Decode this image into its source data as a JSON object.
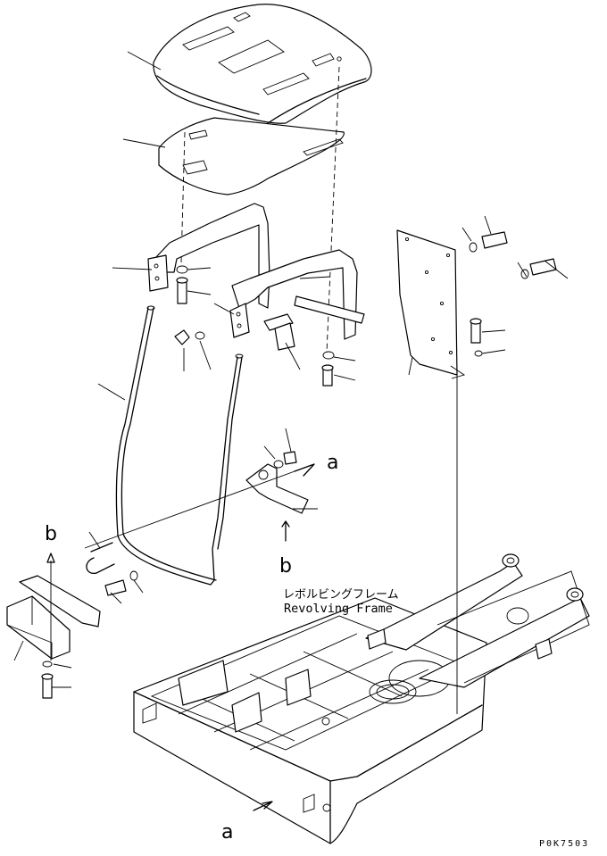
{
  "frame_label_jp": "レボルビングフレーム",
  "frame_label_en": "Revolving Frame",
  "view_markers": {
    "a_top": "a",
    "a_bottom": "a",
    "b_left": "b",
    "b_center": "b"
  },
  "figure_code": "P0K7503"
}
